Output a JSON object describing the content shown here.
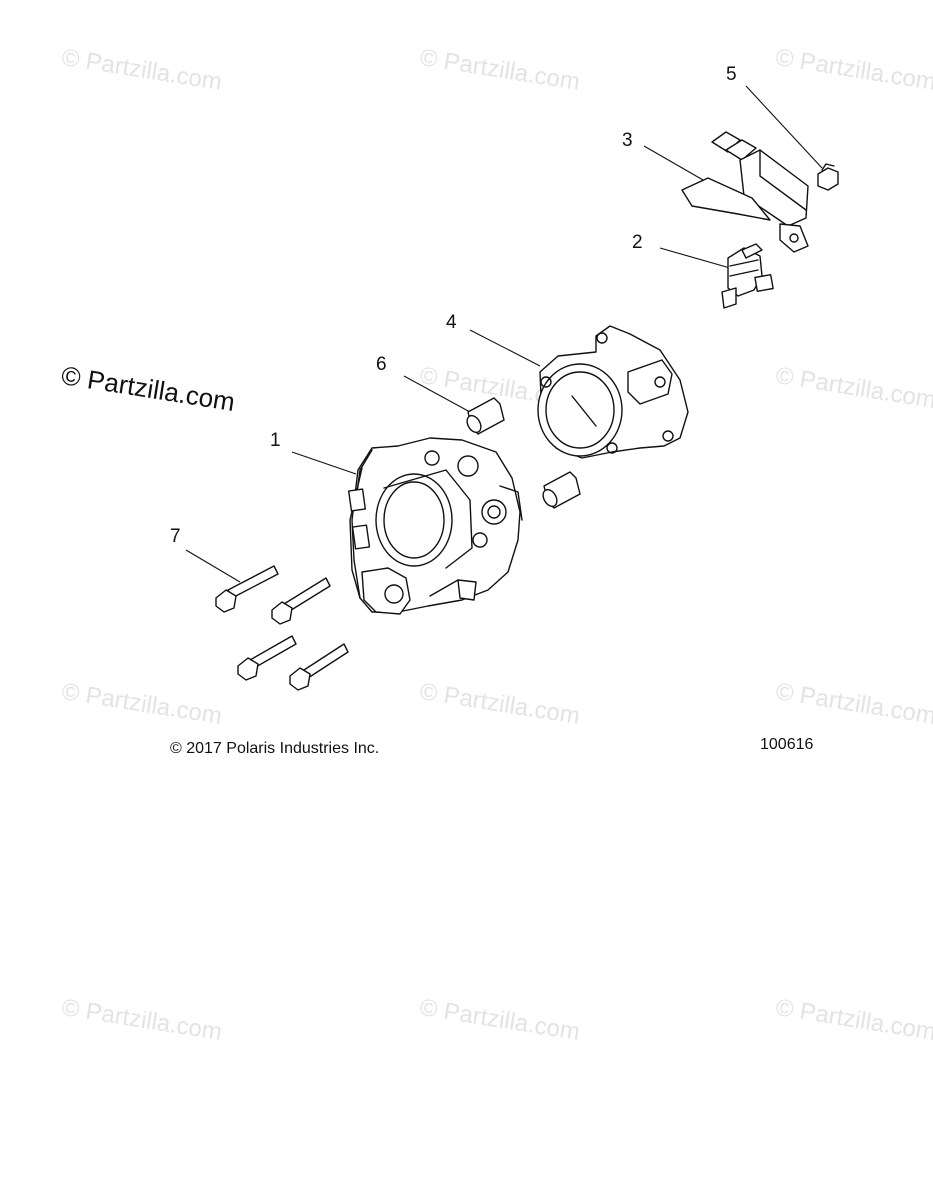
{
  "watermark": {
    "text": "© Partzilla.com",
    "prominent_text": "© Partzilla.com"
  },
  "callouts": [
    {
      "id": "1",
      "label": "1"
    },
    {
      "id": "2",
      "label": "2"
    },
    {
      "id": "3",
      "label": "3"
    },
    {
      "id": "4",
      "label": "4"
    },
    {
      "id": "5",
      "label": "5"
    },
    {
      "id": "6",
      "label": "6"
    },
    {
      "id": "7",
      "label": "7"
    }
  ],
  "footer": {
    "copyright": "© 2017 Polaris Industries Inc.",
    "diagram_number": "100616"
  },
  "colors": {
    "line": "#111111",
    "watermark": "#e3e3e3",
    "background": "#ffffff"
  }
}
